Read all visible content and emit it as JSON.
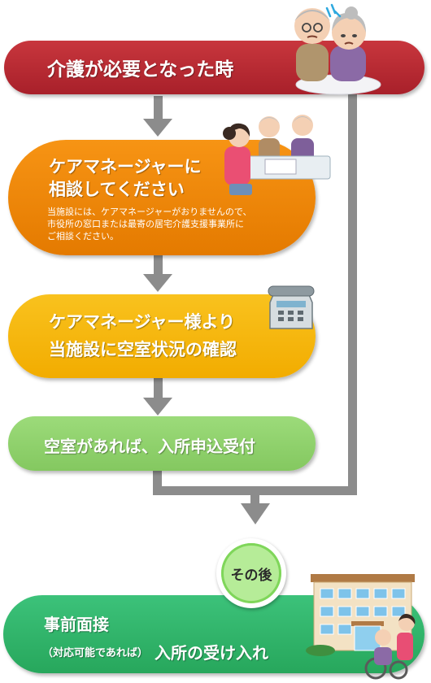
{
  "steps": [
    {
      "title": "介護が必要となった時"
    },
    {
      "title_lines": [
        "ケアマネージャーに",
        "相談してください"
      ],
      "note_lines": [
        "当施設には、ケアマネージャーがおりませんので、",
        "市役所の窓口または最寄の居宅介護支援事業所に",
        "ご相談ください。"
      ]
    },
    {
      "title_lines": [
        "ケアマネージャー様より",
        "当施設に空室状況の確認"
      ]
    },
    {
      "title": "空室があれば、入所申込受付"
    },
    {
      "circle": "その後",
      "title": "事前面接",
      "sub_prefix": "（対応可能であれば）",
      "sub_main": "入所の受け入れ"
    }
  ],
  "colors": {
    "step1": "#b5282f",
    "step2": "#f08400",
    "step3": "#f7b500",
    "step4": "#8ed26c",
    "step5": "#2fb56a",
    "connector": "#8c8c8c"
  },
  "illustrations": [
    "elderly-couple-icon",
    "consultation-desk-icon",
    "telephone-icon",
    "care-facility-icon"
  ]
}
